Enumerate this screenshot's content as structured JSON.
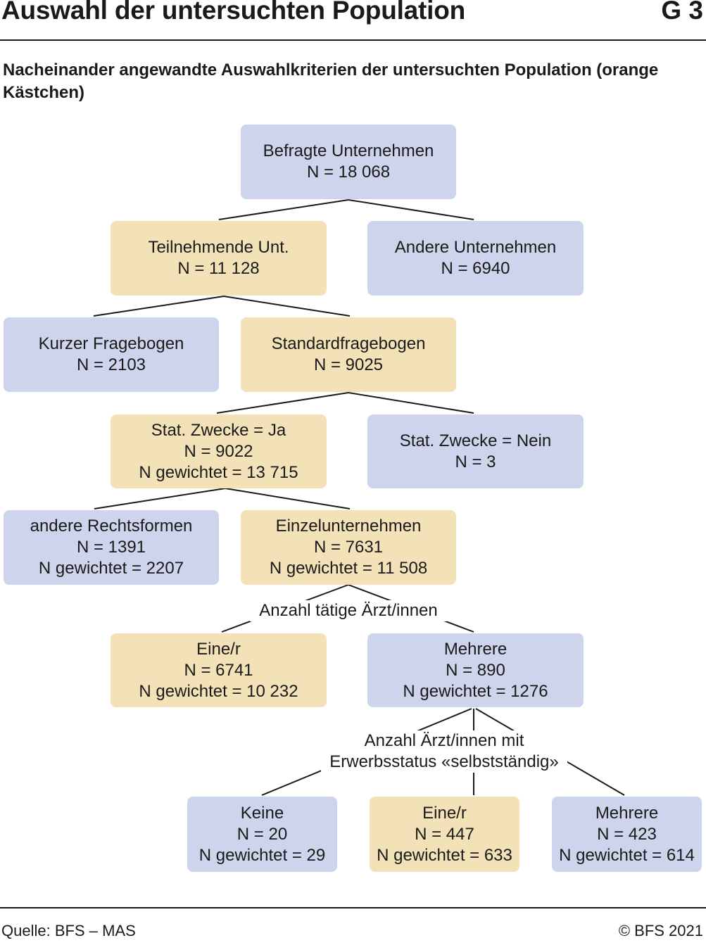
{
  "header": {
    "title": "Auswahl der untersuchten Population",
    "figure_no": "G 3"
  },
  "subtitle": "Nacheinander angewandte Auswahlkriterien der untersuchten Population (orange Kästchen)",
  "colors": {
    "selected": "#f3e2b8",
    "other": "#cdd4eb",
    "line": "#1a1a1a"
  },
  "nodes": {
    "befragte": {
      "lines": [
        "Befragte Unternehmen",
        "N = 18 068"
      ],
      "status": "other"
    },
    "teilnehmende": {
      "lines": [
        "Teilnehmende Unt.",
        "N = 11 128"
      ],
      "status": "selected"
    },
    "andere_unt": {
      "lines": [
        "Andere Unternehmen",
        "N = 6940"
      ],
      "status": "other"
    },
    "kurzer": {
      "lines": [
        "Kurzer Fragebogen",
        "N = 2103"
      ],
      "status": "other"
    },
    "standard": {
      "lines": [
        "Standardfragebogen",
        "N = 9025"
      ],
      "status": "selected"
    },
    "zwecke_ja": {
      "lines": [
        "Stat. Zwecke = Ja",
        "N = 9022",
        "N gewichtet = 13 715"
      ],
      "status": "selected"
    },
    "zwecke_nein": {
      "lines": [
        "Stat. Zwecke = Nein",
        "N = 3"
      ],
      "status": "other"
    },
    "rechtsformen": {
      "lines": [
        "andere Rechtsformen",
        "N = 1391",
        "N gewichtet = 2207"
      ],
      "status": "other"
    },
    "einzel": {
      "lines": [
        "Einzelunternehmen",
        "N = 7631",
        "N gewichtet = 11 508"
      ],
      "status": "selected"
    },
    "eine_r_1": {
      "lines": [
        "Eine/r",
        "N = 6741",
        "N gewichtet = 10 232"
      ],
      "status": "selected"
    },
    "mehrere_1": {
      "lines": [
        "Mehrere",
        "N = 890",
        "N gewichtet = 1276"
      ],
      "status": "other"
    },
    "keine": {
      "lines": [
        "Keine",
        "N = 20",
        "N gewichtet = 29"
      ],
      "status": "other"
    },
    "eine_r_2": {
      "lines": [
        "Eine/r",
        "N = 447",
        "N gewichtet = 633"
      ],
      "status": "selected"
    },
    "mehrere_2": {
      "lines": [
        "Mehrere",
        "N = 423",
        "N gewichtet = 614"
      ],
      "status": "other"
    }
  },
  "edges": [
    [
      "befragte",
      "teilnehmende"
    ],
    [
      "befragte",
      "andere_unt"
    ],
    [
      "teilnehmende",
      "kurzer"
    ],
    [
      "teilnehmende",
      "standard"
    ],
    [
      "standard",
      "zwecke_ja"
    ],
    [
      "standard",
      "zwecke_nein"
    ],
    [
      "zwecke_ja",
      "rechtsformen"
    ],
    [
      "zwecke_ja",
      "einzel"
    ],
    [
      "einzel",
      "eine_r_1"
    ],
    [
      "einzel",
      "mehrere_1"
    ],
    [
      "mehrere_1",
      "keine"
    ],
    [
      "mehrere_1",
      "eine_r_2"
    ],
    [
      "mehrere_1",
      "mehrere_2"
    ]
  ],
  "split_labels": {
    "aerzte": "Anzahl tätige Ärzt/innen",
    "selbststaendig": [
      "Anzahl Ärzt/innen mit",
      "Erwerbsstatus «selbstständig»"
    ]
  },
  "footer": {
    "source": "Quelle: BFS – MAS",
    "copyright": "© BFS 2021"
  }
}
